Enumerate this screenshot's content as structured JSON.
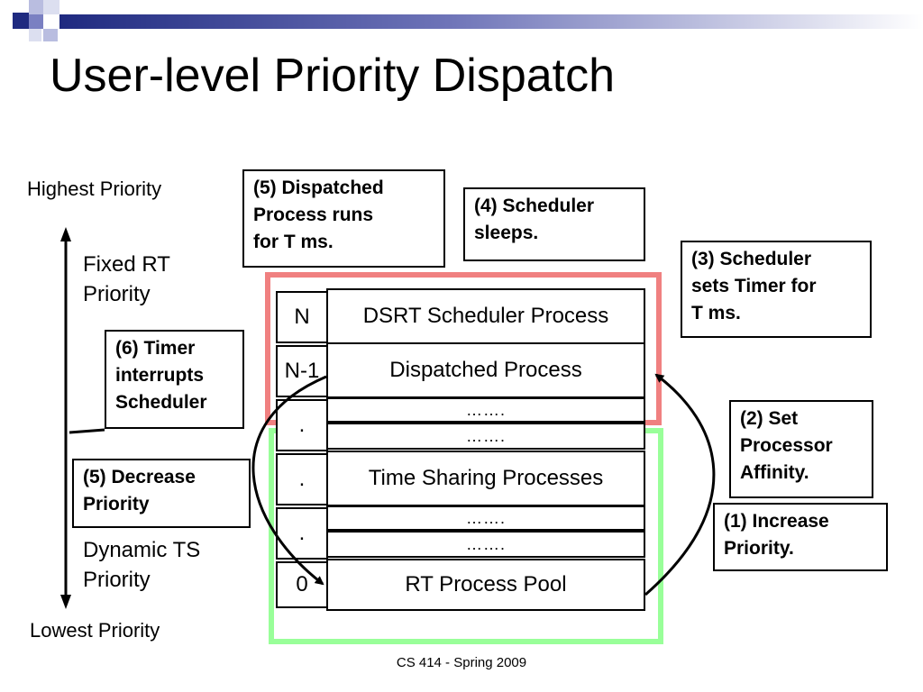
{
  "slide": {
    "title": "User-level Priority Dispatch",
    "footer": "CS 414 - Spring 2009"
  },
  "axis": {
    "top_label": "Highest Priority",
    "bottom_label": "Lowest Priority",
    "fixed_rt": [
      "Fixed RT",
      "Priority"
    ],
    "dynamic_ts": [
      "Dynamic TS",
      "Priority"
    ]
  },
  "steps": {
    "step5_run": [
      "(5) Dispatched",
      "Process runs",
      "for T ms."
    ],
    "step4": [
      "(4) Scheduler",
      "sleeps."
    ],
    "step3": [
      "(3) Scheduler",
      "sets Timer for",
      "T ms."
    ],
    "step6": [
      "(6) Timer",
      "interrupts",
      "Scheduler"
    ],
    "step5_decrease": [
      "(5) Decrease",
      "Priority"
    ],
    "step2": [
      "(2) Set",
      "Processor",
      "Affinity."
    ],
    "step1": [
      "(1) Increase",
      "Priority."
    ]
  },
  "queue": {
    "rows": [
      {
        "level": "N",
        "label": "DSRT Scheduler Process"
      },
      {
        "level": "N-1",
        "label": "Dispatched Process"
      },
      {
        "level": ".",
        "label": "…….",
        "label2": "……."
      },
      {
        "level": ".",
        "label": "Time Sharing Processes"
      },
      {
        "level": ".",
        "label": "…….",
        "label2": "……."
      },
      {
        "level": "0",
        "label": "RT Process Pool"
      }
    ]
  },
  "colors": {
    "header_bar": "#1f2a80",
    "fixed_region": "#f08080",
    "dynamic_region": "#99ff99"
  }
}
